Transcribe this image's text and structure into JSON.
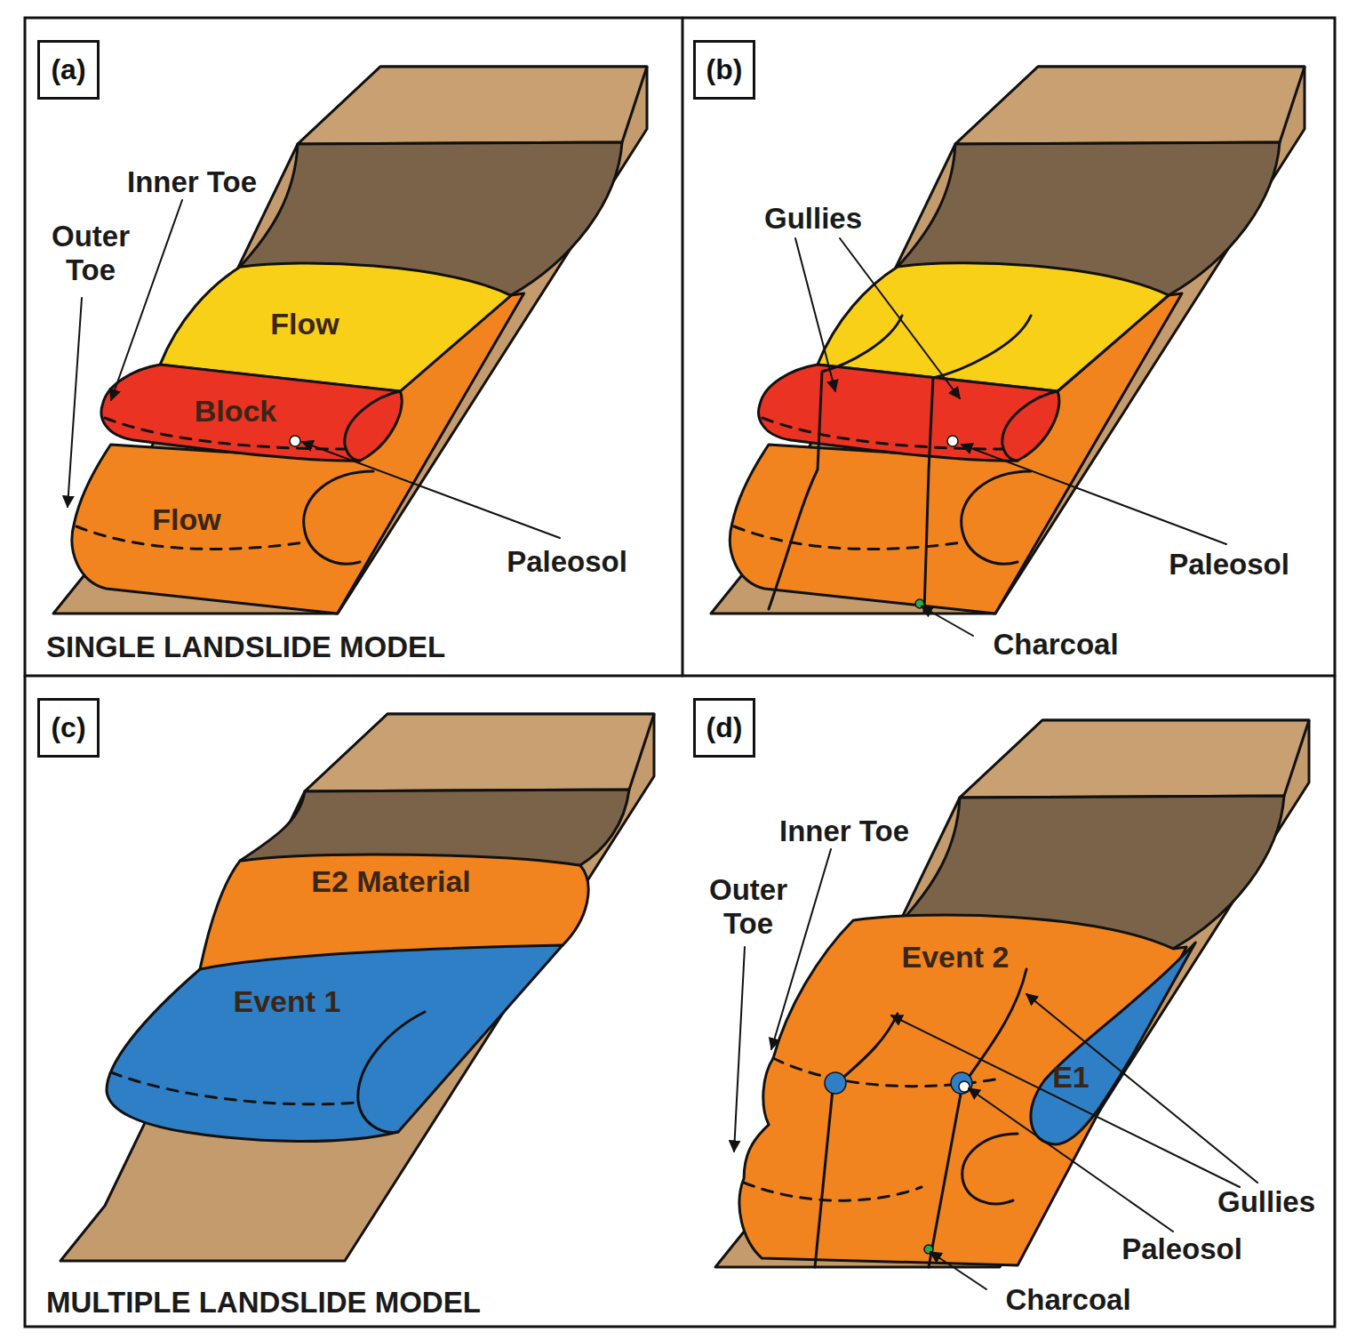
{
  "diagram": {
    "nodes": [
      {
        "text": [
          "(a)"
        ]
      },
      {
        "text": [
          "Flow"
        ]
      },
      {
        "text": [
          "Block"
        ]
      },
      {
        "text": [
          "Flow"
        ]
      },
      {
        "text": [
          "(b)"
        ]
      },
      {
        "text": [
          "(c)"
        ]
      },
      {
        "text": [
          "E2 Material"
        ]
      },
      {
        "text": [
          "Event 1"
        ]
      },
      {
        "text": [
          "(d)"
        ]
      },
      {
        "text": [
          "Event 2"
        ]
      },
      {
        "text": [
          "E1"
        ]
      }
    ],
    "labels": [
      "Inner Toe",
      "Outer Toe",
      "Paleosol",
      "SINGLE LANDSLIDE MODEL",
      "Gullies",
      "Paleosol",
      "Charcoal",
      "MULTIPLE LANDSLIDE MODEL",
      "Inner Toe",
      "Outer Toe",
      "Gullies",
      "Paleosol",
      "Charcoal"
    ]
  }
}
